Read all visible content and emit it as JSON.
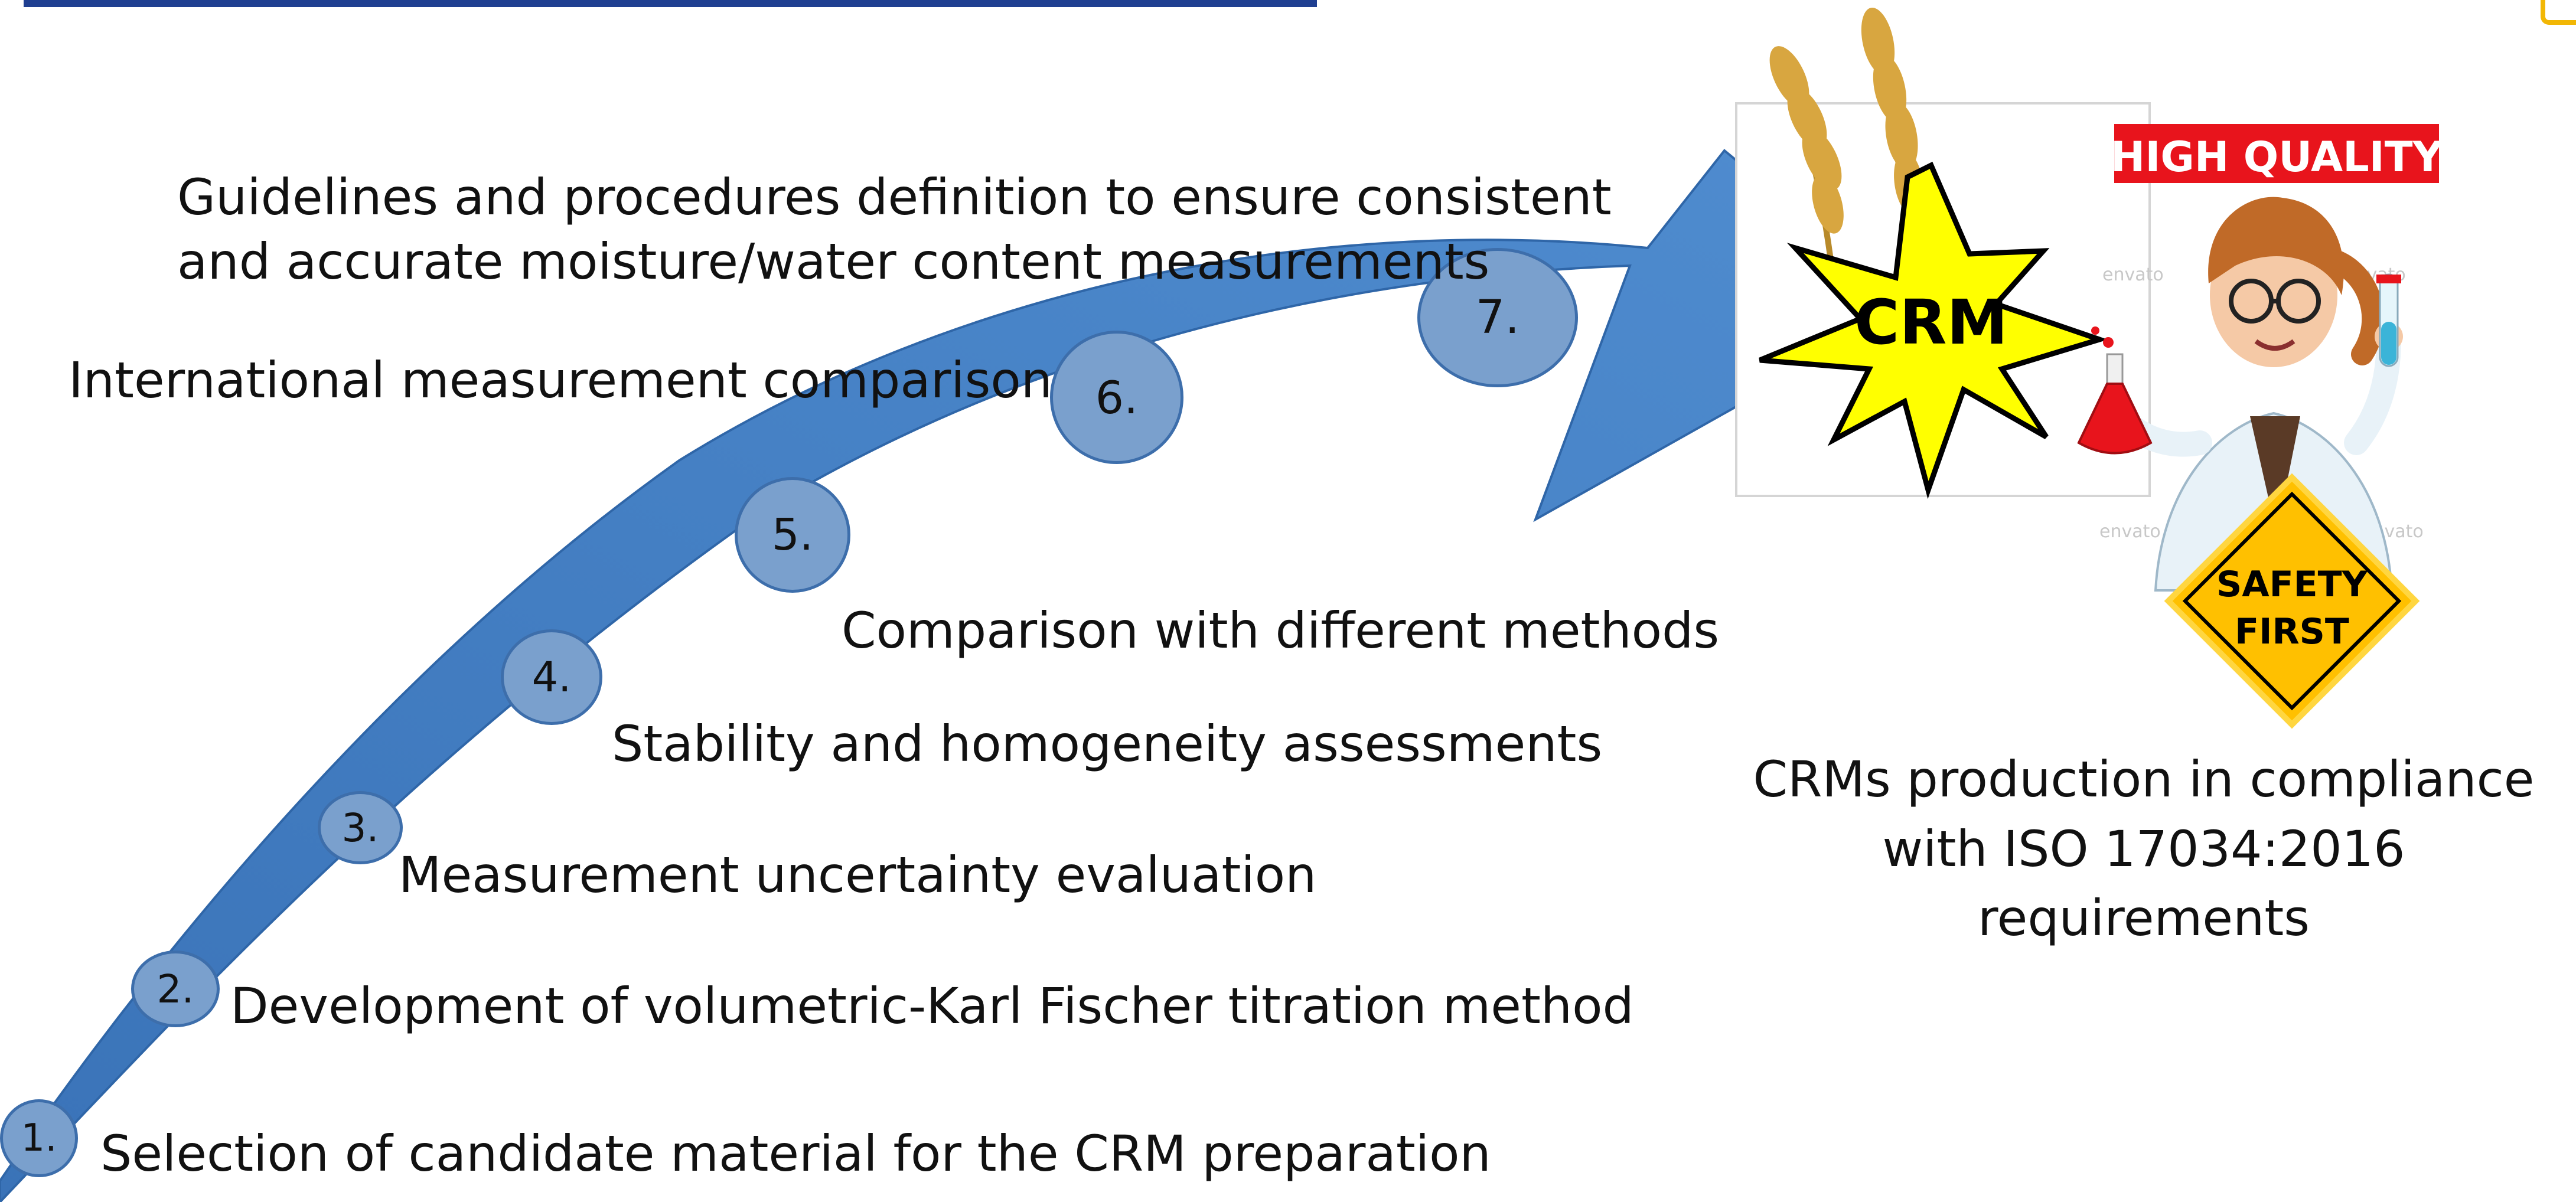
{
  "steps": [
    {
      "number": "1.",
      "label": "Selection of candidate material for the CRM preparation"
    },
    {
      "number": "2.",
      "label": "Development of volumetric-Karl Fischer titration method"
    },
    {
      "number": "3.",
      "label": "Measurement uncertainty evaluation"
    },
    {
      "number": "4.",
      "label": "Stability and homogeneity assessments"
    },
    {
      "number": "5.",
      "label": "Comparison with different methods"
    },
    {
      "number": "6.",
      "label": "International measurement comparison"
    },
    {
      "number": "7.",
      "label": "Guidelines and procedures definition to ensure consistent and accurate moisture/water content measurements"
    }
  ],
  "illustration": {
    "crm_badge": "CRM",
    "quality_banner": "HIGH QUALITY",
    "safety_sign_line1": "SAFETY",
    "safety_sign_line2": "FIRST",
    "watermark": "envato",
    "icons": [
      "wheat-icon",
      "starburst-icon",
      "scientist-icon",
      "flask-icon",
      "test-tube-icon",
      "warning-sign-icon"
    ]
  },
  "result": {
    "line1": "CRMs production in compliance",
    "line2": "with ISO 17034:2016 requirements"
  },
  "colors": {
    "arrow": "#4a86c8",
    "arrow_dark": "#2f66a8",
    "step_circle": "#7aa0cd",
    "step_circle_border": "#3d6eab",
    "starburst": "#ffff00",
    "banner_red": "#e8141c",
    "safety_yellow": "#ffc000"
  }
}
